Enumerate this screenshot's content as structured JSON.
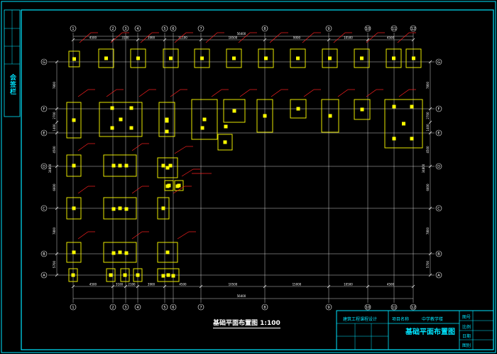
{
  "drawing": {
    "caption": "基础平面布置图 1:100",
    "side_label": "会签栏",
    "title_block": {
      "project_left": "建筑工程课程设计",
      "project_mid_label": "项目名称",
      "project_mid_value": "中学教学楼",
      "sheet_title": "基础平面布置图",
      "right_labels": [
        "图号",
        "比例",
        "日期",
        "图别"
      ]
    }
  },
  "colors": {
    "background": "#000000",
    "frame": "#00e5ff",
    "grid": "#ffffff",
    "footing": "#ffff00",
    "leader": "#ff2020",
    "dim": "#ffffff"
  },
  "axes": {
    "vertical": [
      "1",
      "2",
      "3",
      "4",
      "5",
      "6",
      "7",
      "8",
      "9",
      "10",
      "11",
      "12"
    ],
    "horizontal": [
      "A",
      "B",
      "C",
      "D",
      "E",
      "F",
      "G"
    ]
  },
  "dimensions": {
    "top_overall": "56400",
    "bottom_overall": "56400",
    "top_segments": [
      "4500",
      "3100",
      "3900",
      "11100",
      "18500",
      "9000",
      "10500",
      "4500"
    ],
    "bottom_segments": [
      "4500",
      "3100",
      "2100",
      "3900",
      "4500",
      "10500",
      "15000",
      "10500",
      "4500"
    ],
    "left_overall": "34800",
    "right_overall": "34800",
    "left_segments": [
      "7800",
      "2700",
      "1400",
      "4500",
      "6600",
      "7800",
      "5700"
    ],
    "right_segments": [
      "7800",
      "2700",
      "1400",
      "4500",
      "6600",
      "7800",
      "5700"
    ]
  },
  "icons": {
    "axis_bubble": "circle-icon"
  }
}
